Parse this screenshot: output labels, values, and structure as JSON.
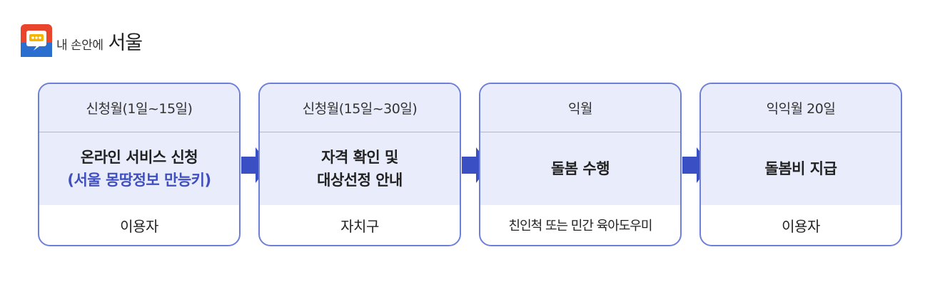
{
  "header": {
    "logo_small_text": "내 손안에",
    "logo_big_text": "서울",
    "brand_colors": {
      "red": "#e8452c",
      "blue": "#2a6fd0",
      "yellow": "#f4b400"
    }
  },
  "colors": {
    "accent": "#3b4fc4",
    "border": "#6e7fd9",
    "panel_fill": "#e9ecfb",
    "highlight_text": "#3f4fbf"
  },
  "steps": [
    {
      "period": "신청월(1일~15일)",
      "task_line1": "온라인 서비스 신청",
      "task_line2": "(서울 몽땅정보 만능키)",
      "actor": "이용자"
    },
    {
      "period": "신청월(15일~30일)",
      "task_line1": "자격 확인 및",
      "task_line2": "대상선정 안내",
      "actor": "자치구"
    },
    {
      "period": "익월",
      "task_line1": "돌봄 수행",
      "actor": "친인척 또는 민간 육아도우미"
    },
    {
      "period": "익익월 20일",
      "task_line1": "돌봄비 지급",
      "actor": "이용자"
    }
  ],
  "arrow_icon": "arrow-right-icon"
}
